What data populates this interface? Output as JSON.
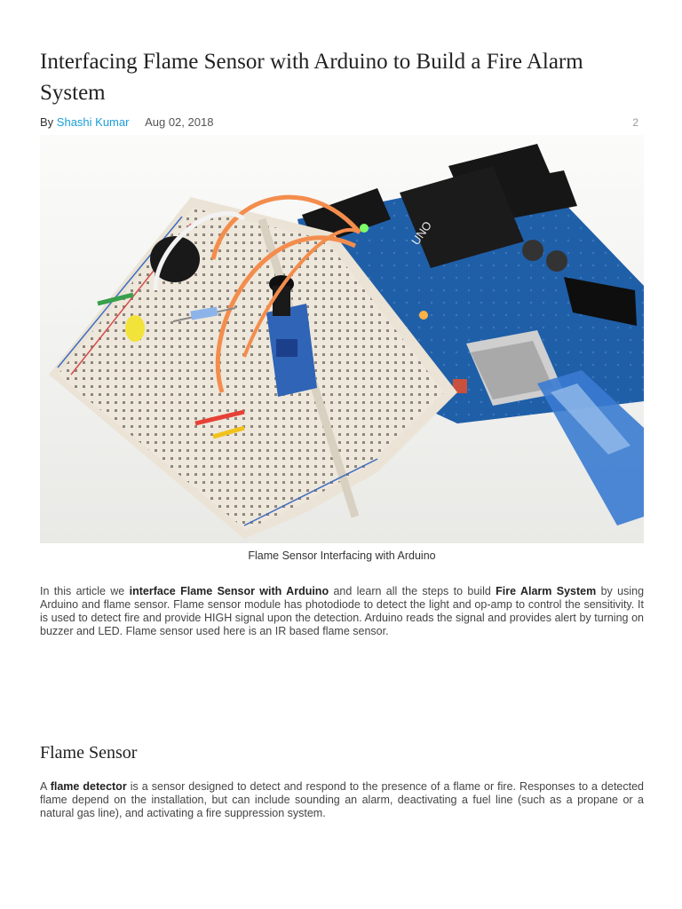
{
  "article": {
    "title": "Interfacing Flame Sensor with Arduino to Build a Fire Alarm System",
    "by_label": "By",
    "author": "Shashi Kumar",
    "date": "Aug 02, 2018",
    "comment_count": "2"
  },
  "figure": {
    "caption": "Flame Sensor Interfacing with Arduino",
    "board_label": "UNO"
  },
  "intro": {
    "t1": "In this article we ",
    "b1": "interface Flame Sensor with Arduino",
    "t2": " and learn all the steps to build ",
    "b2": "Fire Alarm System",
    "t3": " by using Arduino and flame sensor. Flame sensor module has photodiode to detect the light and op-amp to control the sensitivity. It is used to detect fire and provide HIGH signal upon the detection. Arduino reads the signal and provides alert by turning on buzzer and LED. Flame sensor used here is an IR based flame sensor."
  },
  "section": {
    "heading": "Flame Sensor",
    "t1": "A ",
    "b1": "flame detector",
    "t2": " is a sensor designed to detect and respond to the presence of a flame or fire. Responses to a detected flame depend on the installation, but can include sounding an alarm, deactivating a fuel line (such as a propane or a natural gas line), and activating a fire suppression system."
  },
  "colors": {
    "link": "#1a9dd9",
    "board": "#1f5fa8",
    "breadboard": "#efe8dc"
  }
}
